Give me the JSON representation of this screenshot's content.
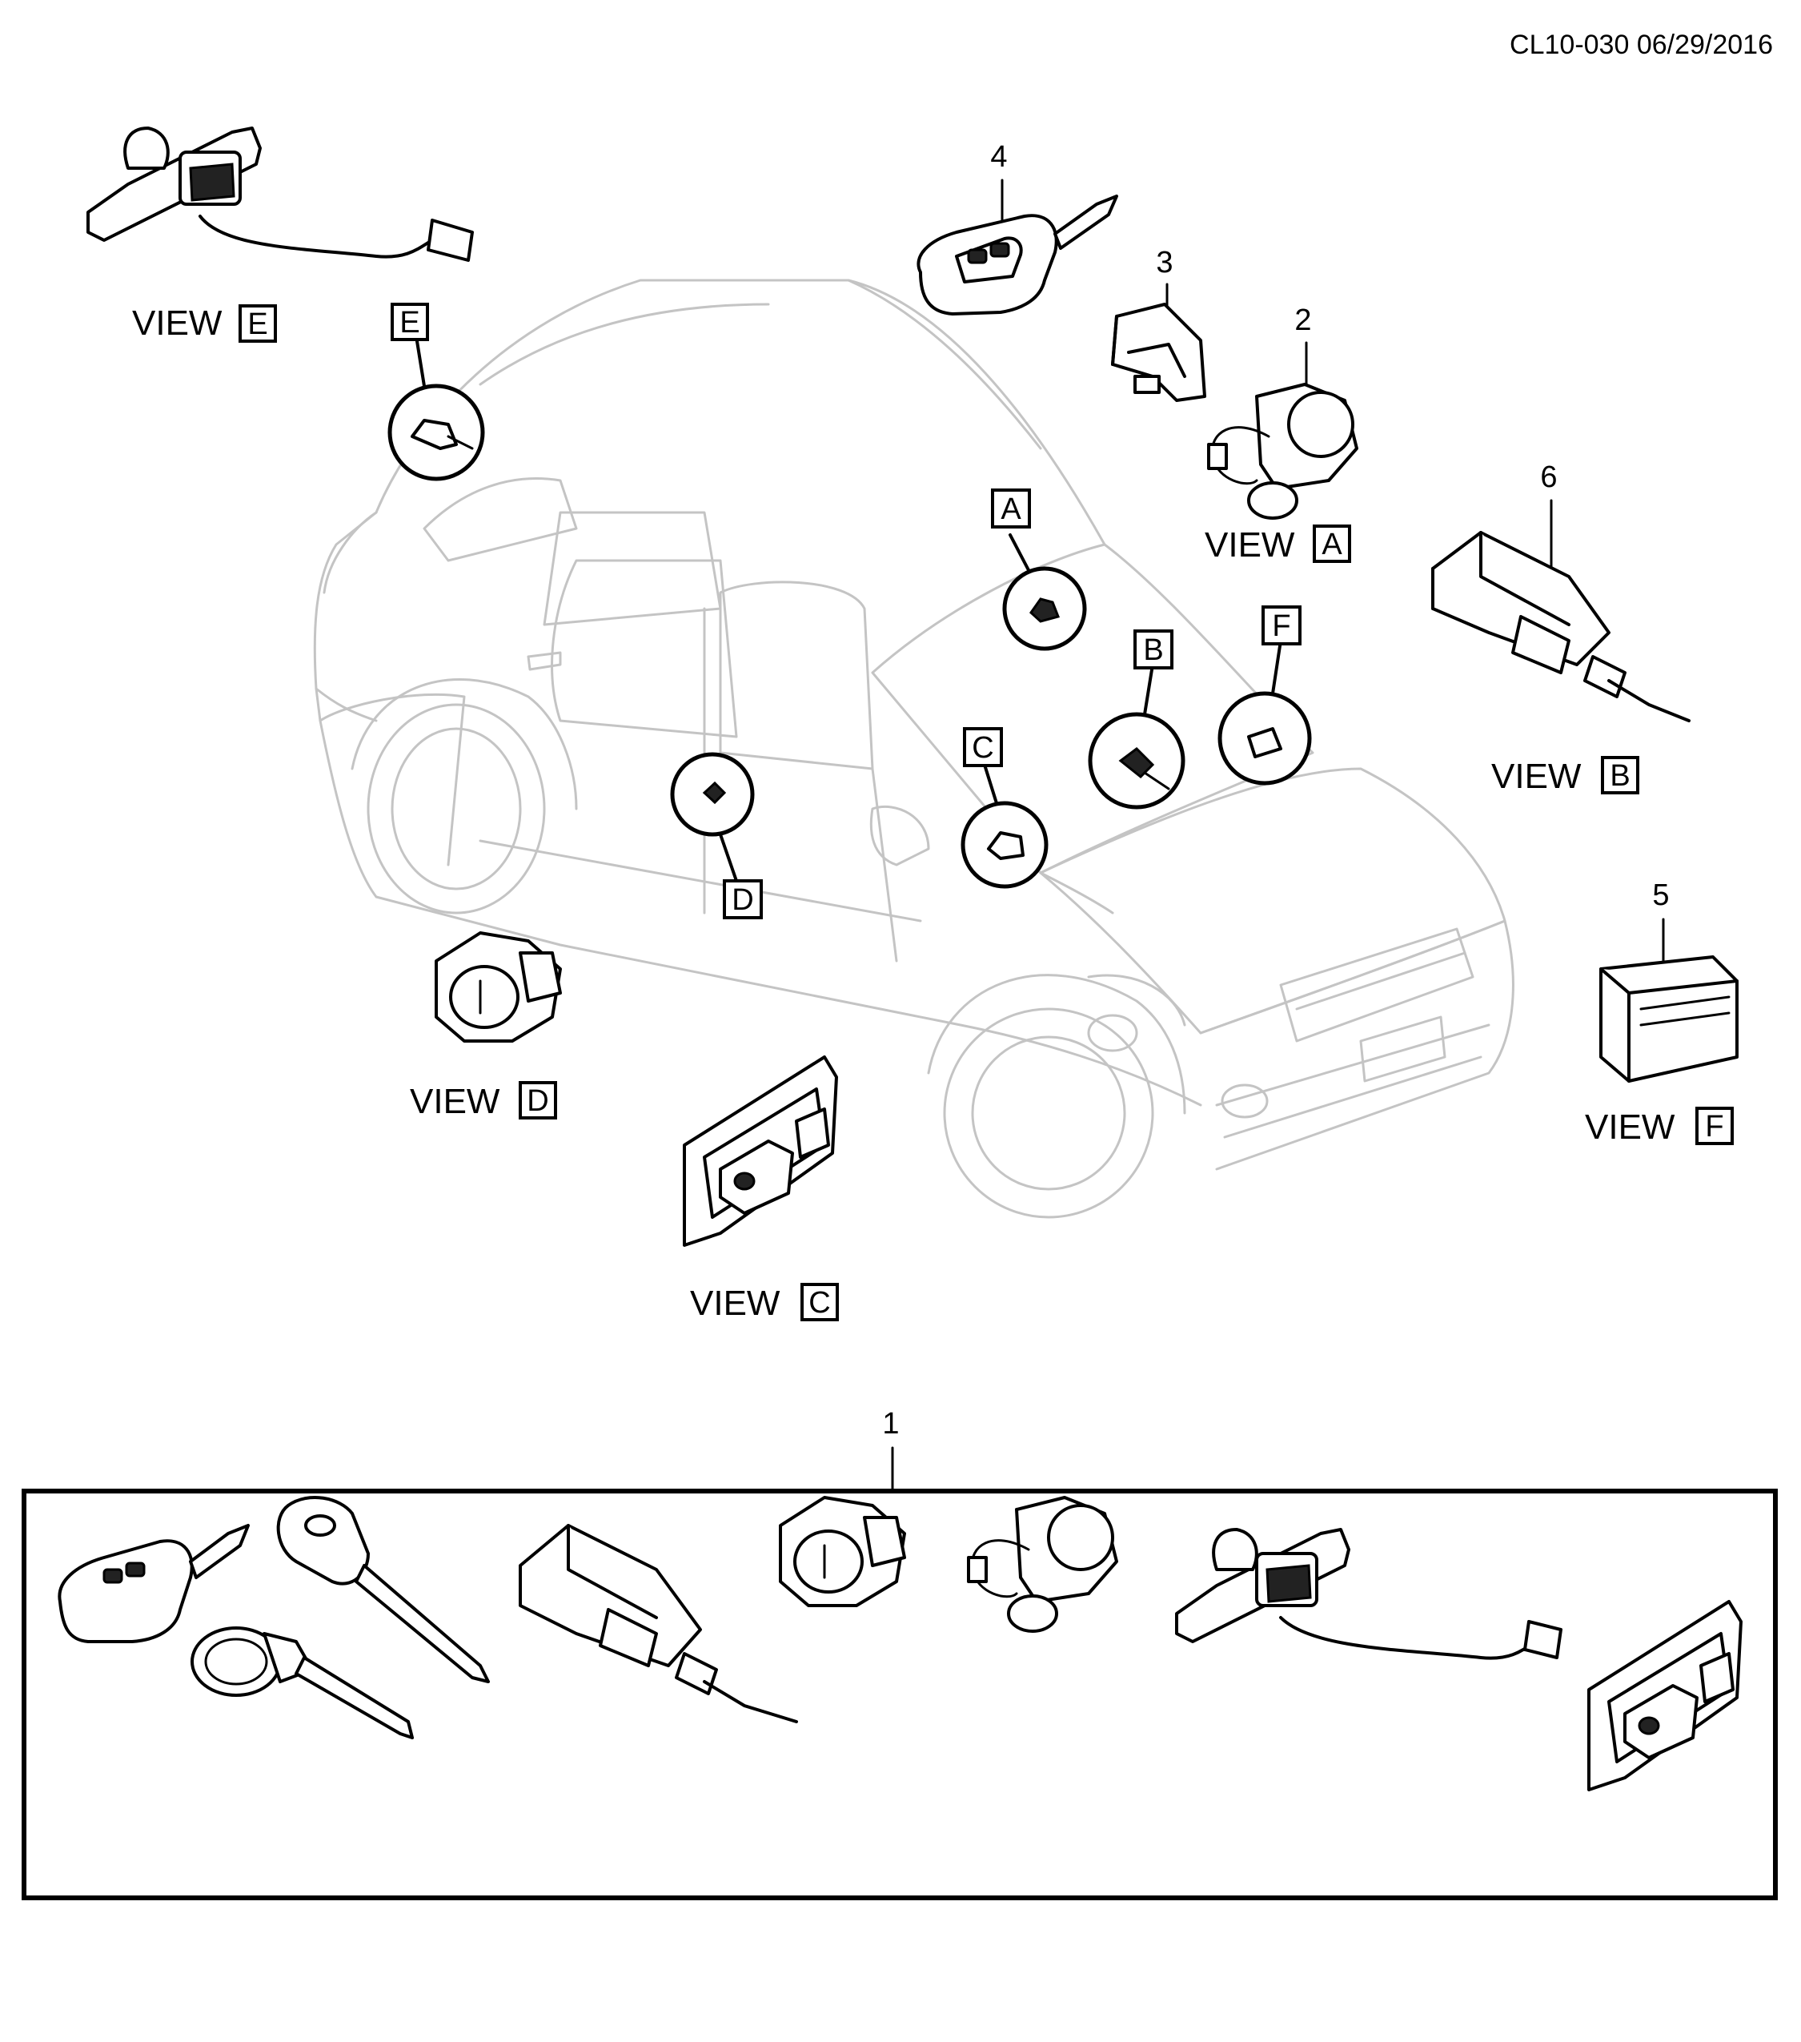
{
  "header": {
    "code": "CL10-030 06/29/2016"
  },
  "labels": {
    "part_1": "1",
    "part_2": "2",
    "part_3": "3",
    "part_4": "4",
    "part_5": "5",
    "part_6": "6"
  },
  "view_word": "VIEW",
  "letters": {
    "a": "A",
    "b": "B",
    "c": "C",
    "d": "D",
    "e": "E",
    "f": "F"
  }
}
